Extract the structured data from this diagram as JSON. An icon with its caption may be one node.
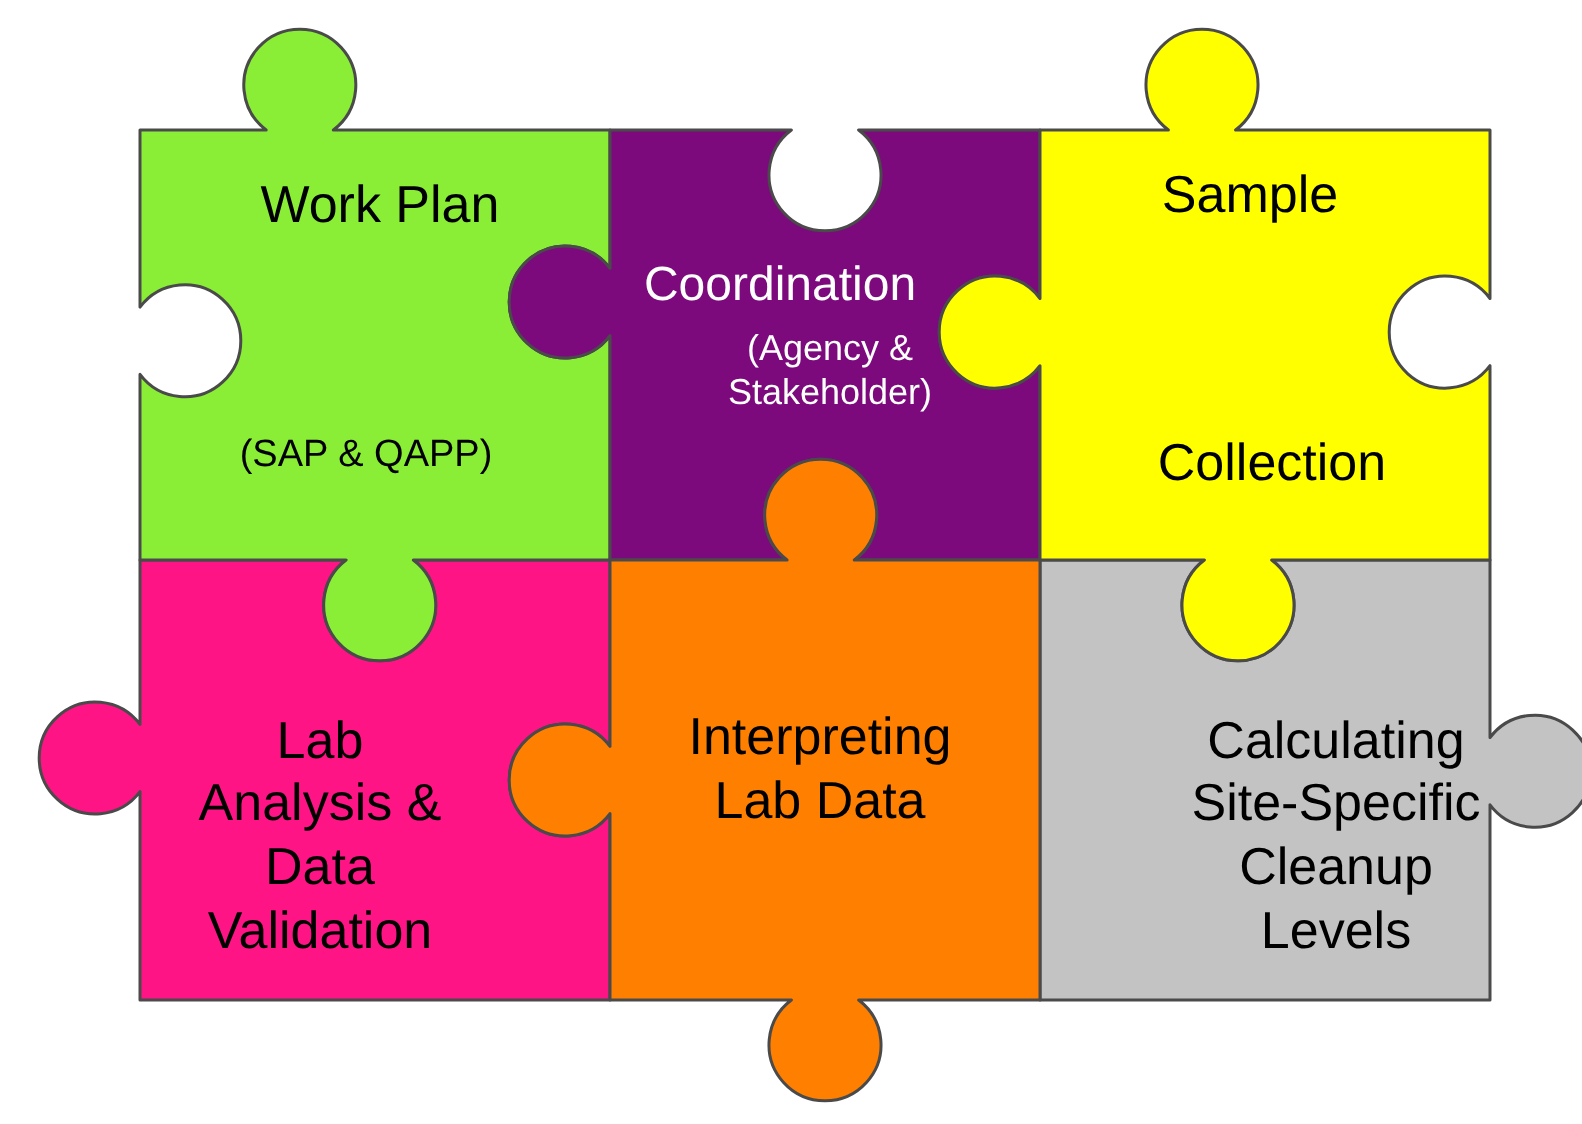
{
  "diagram": {
    "nodes": [
      {
        "text": [
          "Work Plan",
          "(SAP & QAPP)"
        ]
      },
      {
        "text": [
          "Coordination",
          "(Agency & Stakeholder)"
        ]
      },
      {
        "text": [
          "Sample",
          "Collection"
        ]
      },
      {
        "text": [
          "Lab Analysis & Data Validation"
        ]
      },
      {
        "text": [
          "Interpreting Lab Data"
        ]
      },
      {
        "text": [
          "Calculating Site-Specific Cleanup Levels"
        ]
      }
    ]
  }
}
